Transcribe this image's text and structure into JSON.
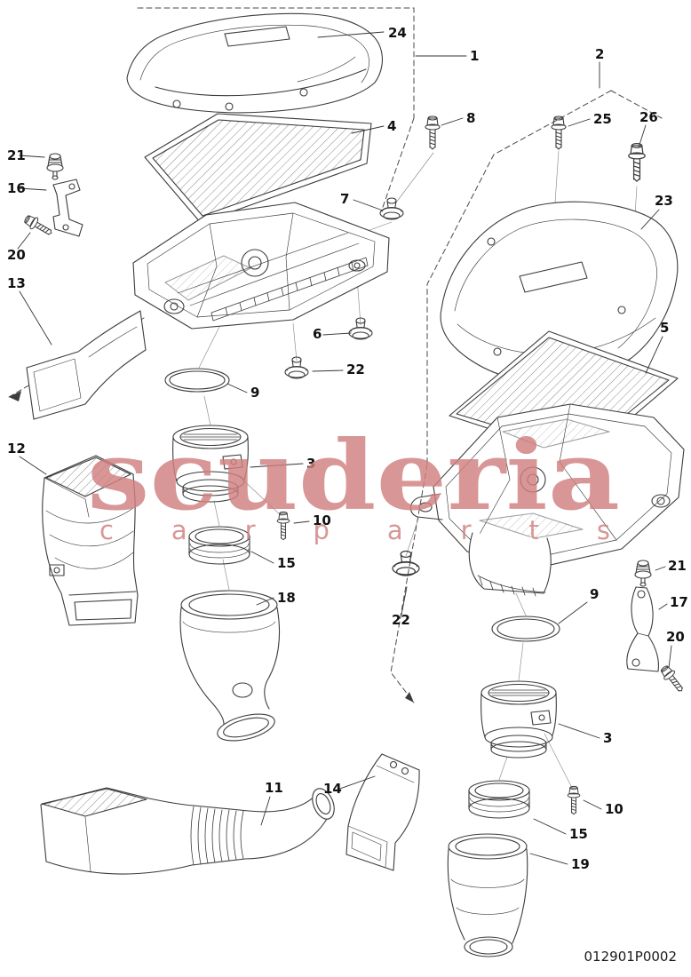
{
  "watermark": {
    "title": "scuderia",
    "subtitle": "c a r p a r t s"
  },
  "footer": {
    "diagram_code": "012901P0002"
  },
  "callouts": {
    "c1": "1",
    "c2": "2",
    "c3a": "3",
    "c3b": "3",
    "c4": "4",
    "c5": "5",
    "c6": "6",
    "c7": "7",
    "c8": "8",
    "c9a": "9",
    "c9b": "9",
    "c10a": "10",
    "c10b": "10",
    "c11": "11",
    "c12": "12",
    "c13": "13",
    "c14": "14",
    "c15a": "15",
    "c15b": "15",
    "c16": "16",
    "c17": "17",
    "c18": "18",
    "c19": "19",
    "c20a": "20",
    "c20b": "20",
    "c21a": "21",
    "c21b": "21",
    "c22a": "22",
    "c22b": "22",
    "c23": "23",
    "c24": "24",
    "c25": "25",
    "c26": "26"
  }
}
